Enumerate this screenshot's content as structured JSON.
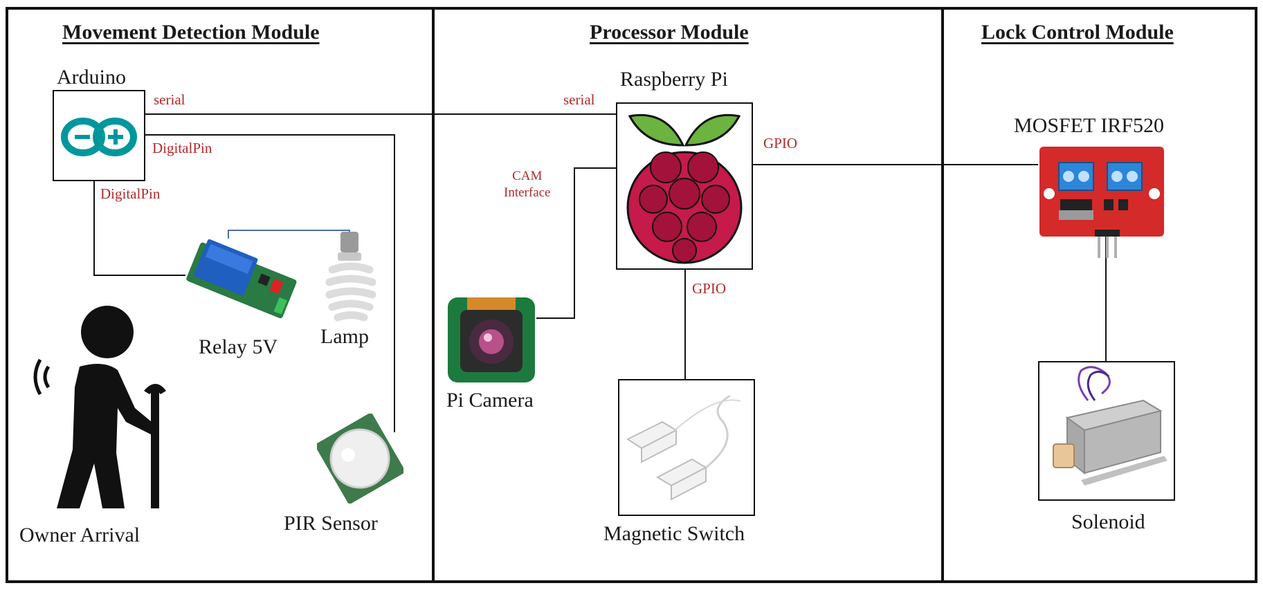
{
  "modules": {
    "movement": {
      "title": "Movement Detection Module",
      "arduino": "Arduino",
      "relay": "Relay 5V",
      "lamp": "Lamp",
      "owner": "Owner Arrival",
      "pir": "PIR Sensor"
    },
    "processor": {
      "title": "Processor Module",
      "raspberry": "Raspberry Pi",
      "camera": "Pi Camera",
      "magnetic": "Magnetic Switch"
    },
    "lock": {
      "title": "Lock Control Module",
      "mosfet": "MOSFET IRF520",
      "solenoid": "Solenoid"
    }
  },
  "connections": {
    "serial_arduino": "serial",
    "serial_pi": "serial",
    "digital_pin_pir": "DigitalPin",
    "digital_pin_relay": "DigitalPin",
    "cam_line1": "CAM",
    "cam_line2": "Interface",
    "gpio_mosfet": "GPIO",
    "gpio_magnetic": "GPIO"
  },
  "colors": {
    "connection_label": "#b22a2a",
    "frame": "#111111",
    "raspberry_leaf": "#6cb33f",
    "raspberry_berry": "#c51a4a",
    "arduino_teal": "#00979c",
    "relay_blue": "#1f5fbf",
    "mosfet_red": "#d42a2a"
  },
  "icons": [
    "arduino-logo-icon",
    "raspberry-pi-logo-icon",
    "relay-module-icon",
    "lamp-bulb-icon",
    "elderly-person-icon",
    "pir-sensor-icon",
    "pi-camera-icon",
    "magnetic-switch-icon",
    "mosfet-board-icon",
    "solenoid-lock-icon"
  ]
}
